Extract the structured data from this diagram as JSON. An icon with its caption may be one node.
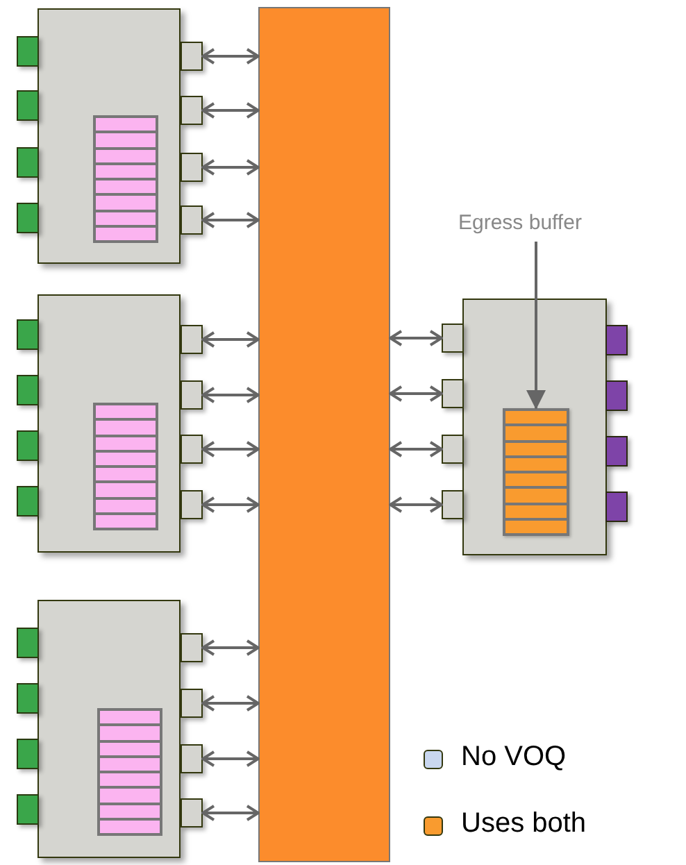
{
  "diagram": {
    "nodes": [
      {
        "text": [],
        "shape": "box"
      },
      {
        "text": [],
        "shape": "box"
      },
      {
        "text": [],
        "shape": "box"
      },
      {
        "text": [],
        "shape": "box"
      },
      {
        "text": [],
        "shape": "box"
      },
      {
        "text": [],
        "shape": "box"
      },
      {
        "text": [],
        "shape": "box"
      },
      {
        "text": [],
        "shape": "box"
      },
      {
        "text": [],
        "shape": "box"
      },
      {
        "text": [],
        "shape": "box"
      },
      {
        "text": [],
        "shape": "box"
      },
      {
        "text": [],
        "shape": "box"
      },
      {
        "text": [],
        "shape": "box"
      },
      {
        "text": [],
        "shape": "box"
      },
      {
        "text": [],
        "shape": "box"
      },
      {
        "text": [],
        "shape": "bar"
      },
      {
        "text": [
          "Egress buffer"
        ]
      },
      {
        "text": [],
        "shape": "box"
      },
      {
        "text": [],
        "shape": "box"
      },
      {
        "text": [],
        "shape": "box"
      },
      {
        "text": [],
        "shape": "box"
      },
      {
        "text": [],
        "shape": "box"
      },
      {
        "text": [],
        "shape": "box",
        "in": 17
      }
    ],
    "edges": [
      {
        "from": 3,
        "to": 15,
        "arrow": "both"
      },
      {
        "from": 4,
        "to": 15,
        "arrow": "both"
      },
      {
        "from": 5,
        "to": 15,
        "arrow": "both"
      },
      {
        "from": 6,
        "to": 15,
        "arrow": "both"
      },
      {
        "from": 7,
        "to": 15,
        "arrow": "both"
      },
      {
        "from": 8,
        "to": 15,
        "arrow": "both"
      },
      {
        "from": 9,
        "to": 15,
        "arrow": "both"
      },
      {
        "from": 10,
        "to": 15,
        "arrow": "both"
      },
      {
        "from": 11,
        "to": 15,
        "arrow": "both"
      },
      {
        "from": 12,
        "to": 15,
        "arrow": "both"
      },
      {
        "from": 13,
        "to": 15,
        "arrow": "both"
      },
      {
        "from": 14,
        "to": 15,
        "arrow": "both"
      },
      {
        "from": 15,
        "to": 18,
        "arrow": "both"
      },
      {
        "from": 15,
        "to": 19,
        "arrow": "both"
      },
      {
        "from": 15,
        "to": 20,
        "arrow": "both"
      },
      {
        "from": 15,
        "to": 21,
        "arrow": "both"
      },
      {
        "from": 16,
        "to": 22,
        "arrow": "to"
      }
    ],
    "legend": [
      {
        "text": "No VOQ",
        "color": "#c9d7ef"
      },
      {
        "text": "Uses both",
        "color": "#f99b2f"
      }
    ]
  }
}
